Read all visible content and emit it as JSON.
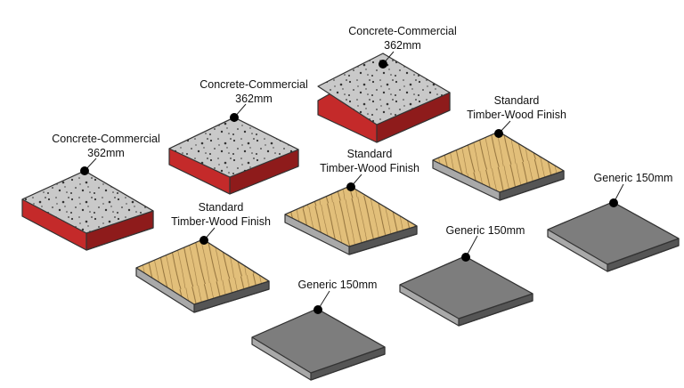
{
  "colors": {
    "concrete_top": "#c9c9c9",
    "concrete_side": "#c42a2a",
    "concrete_side_dark": "#8e1b1b",
    "concrete_speckle": "#333333",
    "timber_top": "#e2bf7a",
    "timber_grain": "#8a6a36",
    "timber_side": "#a9a9a9",
    "timber_side_dark": "#555555",
    "generic_top": "#7d7d7d",
    "generic_side": "#a9a9a9",
    "generic_side_dark": "#555555",
    "marker": "#000000"
  },
  "tags": {
    "concrete_front": [
      "Concrete-Commercial",
      "362mm"
    ],
    "concrete_middle": [
      "Concrete-Commercial",
      "362mm"
    ],
    "concrete_back": [
      "Concrete-Commercial",
      "362mm"
    ],
    "timber_front": [
      "Standard",
      "Timber-Wood Finish"
    ],
    "timber_middle": [
      "Standard",
      "Timber-Wood Finish"
    ],
    "timber_back": [
      "Standard",
      "Timber-Wood Finish"
    ],
    "generic_front": [
      "Generic 150mm"
    ],
    "generic_middle": [
      "Generic 150mm"
    ],
    "generic_back": [
      "Generic 150mm"
    ]
  }
}
